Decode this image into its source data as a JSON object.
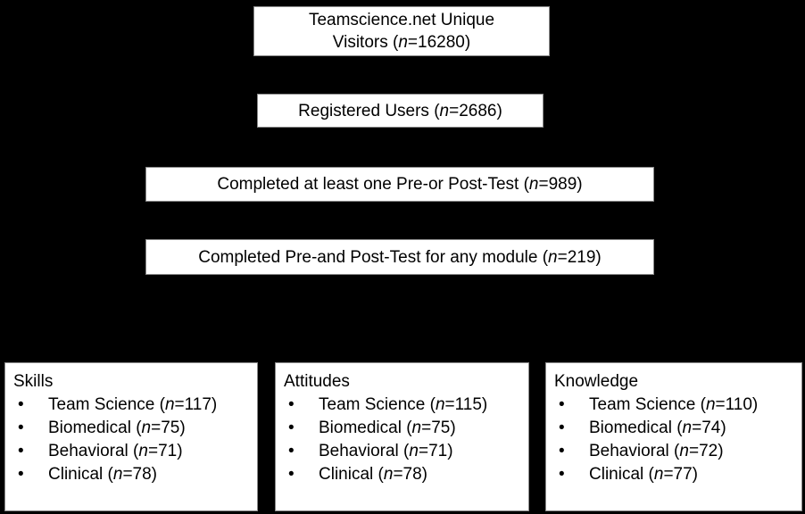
{
  "bullet_char": "•",
  "colors": {
    "background": "#000000",
    "box_fill": "#ffffff",
    "box_border": "#8a8a8a",
    "text": "#000000"
  },
  "flow": [
    {
      "name": "unique-visitors",
      "segments": [
        {
          "t": "Teamscience.net Unique"
        },
        {
          "br": true
        },
        {
          "t": "Visitors ("
        },
        {
          "t": "n",
          "i": true
        },
        {
          "t": "=16280)"
        }
      ]
    },
    {
      "name": "registered-users",
      "segments": [
        {
          "t": "Registered Users ("
        },
        {
          "t": "n",
          "i": true
        },
        {
          "t": "=2686)"
        }
      ]
    },
    {
      "name": "completed-pre-or-post-test",
      "segments": [
        {
          "t": "Completed at least one Pre-or Post-Test  ("
        },
        {
          "t": "n",
          "i": true
        },
        {
          "t": "=989)"
        }
      ]
    },
    {
      "name": "completed-pre-and-post-test",
      "segments": [
        {
          "t": "Completed Pre-and Post-Test for any module ("
        },
        {
          "t": "n",
          "i": true
        },
        {
          "t": "=219)"
        }
      ]
    }
  ],
  "categories": [
    {
      "title": "Skills",
      "items": [
        [
          {
            "t": "Team Science ("
          },
          {
            "t": "n",
            "i": true
          },
          {
            "t": "=117)"
          }
        ],
        [
          {
            "t": "Biomedical ("
          },
          {
            "t": "n",
            "i": true
          },
          {
            "t": "=75)"
          }
        ],
        [
          {
            "t": "Behavioral ("
          },
          {
            "t": "n",
            "i": true
          },
          {
            "t": "=71)"
          }
        ],
        [
          {
            "t": "Clinical ("
          },
          {
            "t": "n",
            "i": true
          },
          {
            "t": "=78)"
          }
        ]
      ]
    },
    {
      "title": "Attitudes",
      "items": [
        [
          {
            "t": "Team Science ("
          },
          {
            "t": "n",
            "i": true
          },
          {
            "t": "=115)"
          }
        ],
        [
          {
            "t": "Biomedical ("
          },
          {
            "t": "n",
            "i": true
          },
          {
            "t": "=75)"
          }
        ],
        [
          {
            "t": "Behavioral ("
          },
          {
            "t": "n",
            "i": true
          },
          {
            "t": "=71)"
          }
        ],
        [
          {
            "t": "Clinical ("
          },
          {
            "t": "n",
            "i": true
          },
          {
            "t": "=78)"
          }
        ]
      ]
    },
    {
      "title": "Knowledge",
      "items": [
        [
          {
            "t": "Team Science ("
          },
          {
            "t": "n",
            "i": true
          },
          {
            "t": "=110)"
          }
        ],
        [
          {
            "t": "Biomedical ("
          },
          {
            "t": "n",
            "i": true
          },
          {
            "t": "=74)"
          }
        ],
        [
          {
            "t": "Behavioral ("
          },
          {
            "t": "n",
            "i": true
          },
          {
            "t": "=72)"
          }
        ],
        [
          {
            "t": "Clinical ("
          },
          {
            "t": "n",
            "i": true
          },
          {
            "t": "=77)"
          }
        ]
      ]
    }
  ]
}
